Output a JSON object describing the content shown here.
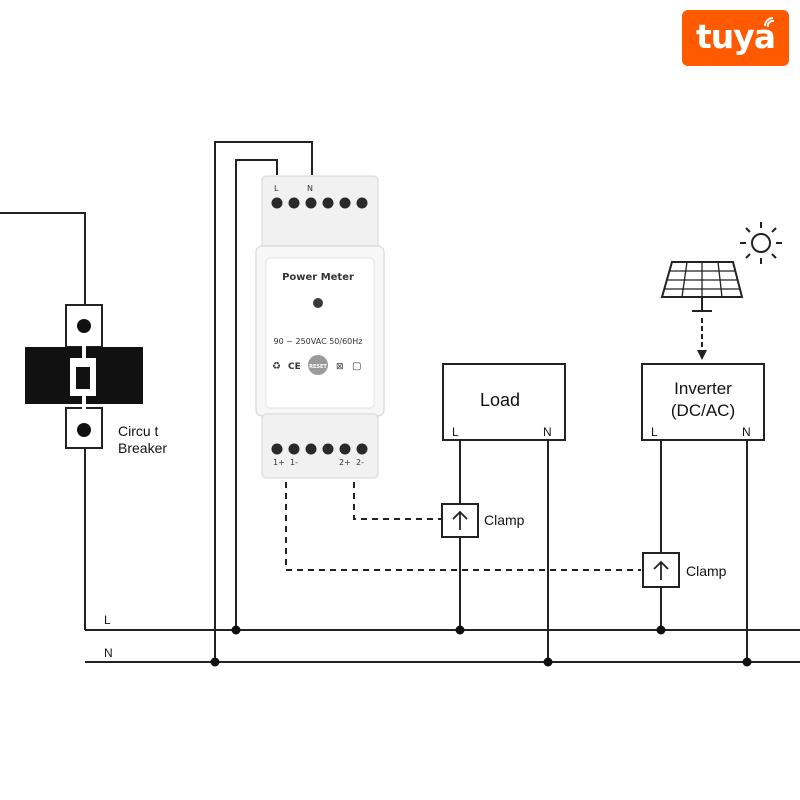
{
  "logo": {
    "text": "tuya",
    "color": "#ff5a00"
  },
  "breaker": {
    "label_line1": "Circu t",
    "label_line2": "Breaker"
  },
  "meter": {
    "title": "Power Meter",
    "spec": "90 ~ 250VAC 50/60Hz",
    "reset": "RESET",
    "top_terminals": {
      "l": "L",
      "n": "N"
    },
    "bottom_terminals": {
      "t1p": "1+",
      "t1m": "1-",
      "t2p": "2+",
      "t2m": "2-"
    },
    "marks": {
      "recycle": "♻",
      "ce": "CE",
      "bin": "⊠",
      "square": "▢"
    }
  },
  "load": {
    "title": "Load",
    "l": "L",
    "n": "N"
  },
  "inverter": {
    "line1": "Inverter",
    "line2": "(DC/AC)",
    "l": "L",
    "n": "N"
  },
  "clamp1": {
    "label": "Clamp"
  },
  "clamp2": {
    "label": "Clamp"
  },
  "bus": {
    "l": "L",
    "n": "N"
  },
  "solar_panel": {
    "icon": "solar-panel-icon"
  },
  "sun": {
    "icon": "sun-icon"
  }
}
